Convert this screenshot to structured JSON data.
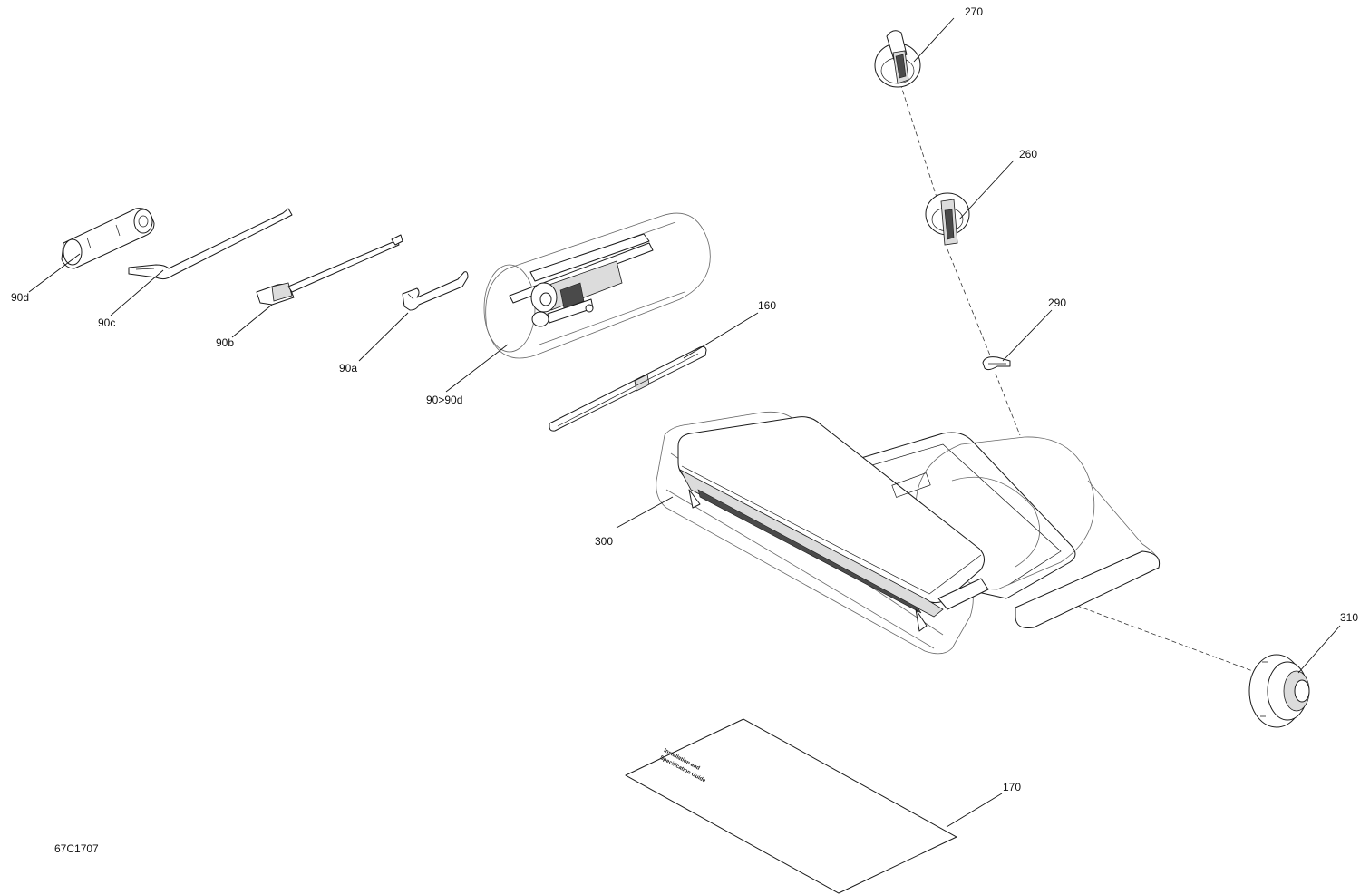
{
  "drawing_number": "67C1707",
  "callouts": {
    "c270": "270",
    "c260": "260",
    "c290": "290",
    "c160": "160",
    "c300": "300",
    "c310": "310",
    "c170": "170",
    "c90d": "90d",
    "c90c": "90c",
    "c90b": "90b",
    "c90a": "90a",
    "c90_90d": "90>90d"
  },
  "booklet": {
    "line1": "Installation and",
    "line2": "Specification Guide"
  },
  "colors": {
    "line": "#1a1a1a",
    "background": "#ffffff"
  }
}
